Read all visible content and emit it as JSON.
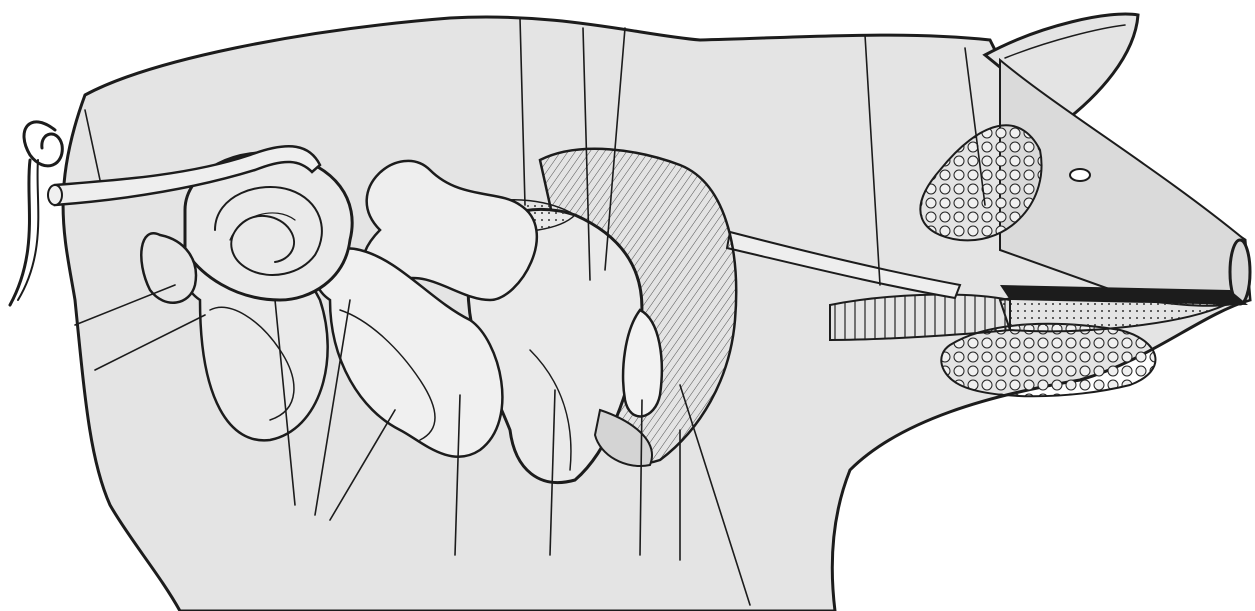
{
  "figure": {
    "subject": "pig-digestive-system",
    "style": "monochrome-line-engraving",
    "paper_color": "#ffffff",
    "fill_color": "#e4e4e4",
    "ink_color": "#1c1c1c",
    "text_labels": []
  },
  "organs": [
    {
      "id": "mouth-and-teeth"
    },
    {
      "id": "tongue"
    },
    {
      "id": "salivary-gland-parotid"
    },
    {
      "id": "salivary-gland-mandibular"
    },
    {
      "id": "pharynx"
    },
    {
      "id": "esophagus"
    },
    {
      "id": "liver"
    },
    {
      "id": "stomach"
    },
    {
      "id": "gall-bladder"
    },
    {
      "id": "spleen"
    },
    {
      "id": "pancreas"
    },
    {
      "id": "small-intestine"
    },
    {
      "id": "cecum"
    },
    {
      "id": "colon-spiral"
    },
    {
      "id": "rectum"
    },
    {
      "id": "anus"
    }
  ],
  "leader_lines_count": 16
}
